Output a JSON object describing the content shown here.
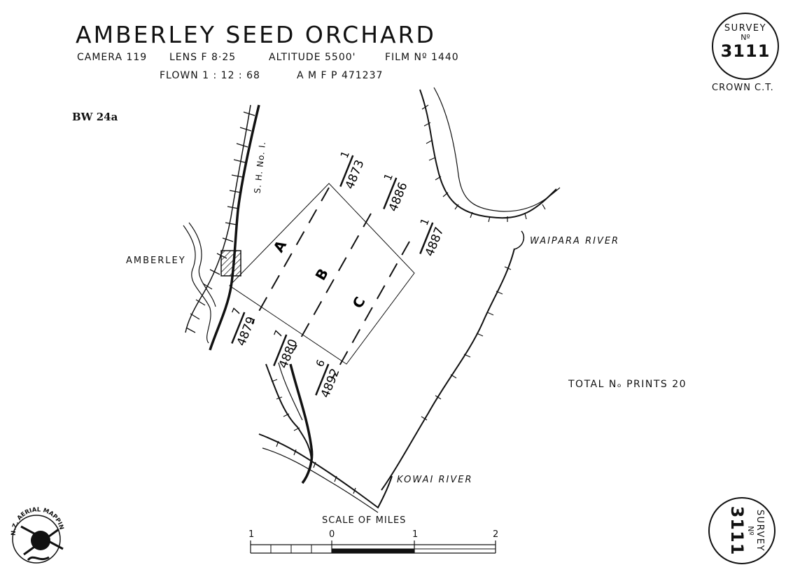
{
  "header": {
    "title": "AMBERLEY   SEED   ORCHARD",
    "camera": "CAMERA  119",
    "lens": "LENS  F 8·25",
    "altitude": "ALTITUDE  5500'",
    "film": "FILM  Nº 1440",
    "flown": "FLOWN  1 : 12 : 68",
    "amfp": "A M F P  471237"
  },
  "ref_id": "BW 24a",
  "stamp": {
    "word": "SURVEY",
    "no": "Nº",
    "number": "3111"
  },
  "crown": "CROWN  C.T.",
  "labels": {
    "amberley": "AMBERLEY",
    "highway": "S. H.  No. I.",
    "waipara": "WAIPARA  RIVER",
    "kowai": "KOWAI  RIVER"
  },
  "blocks": [
    "A",
    "B",
    "C"
  ],
  "photo_marks": [
    {
      "run": "1",
      "frame": "4873"
    },
    {
      "run": "1",
      "frame": "4886"
    },
    {
      "run": "1",
      "frame": "4887"
    },
    {
      "run": "7",
      "frame": "4879"
    },
    {
      "run": "7",
      "frame": "4880"
    },
    {
      "run": "6",
      "frame": "4892"
    }
  ],
  "prints": "TOTAL  Nₒ  PRINTS  20",
  "scale": {
    "title": "SCALE OF MILES",
    "labels": [
      "1",
      "0",
      "1",
      "2"
    ]
  },
  "logo_text": "N.Z. AERIAL MAPPING LTD."
}
